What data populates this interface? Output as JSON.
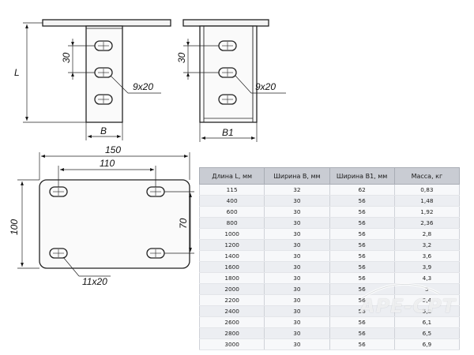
{
  "drawing": {
    "label_L": "L",
    "label_B": "B",
    "label_B1": "B1",
    "pitch_30_left": "30",
    "pitch_30_right": "30",
    "slot_left": "9x20",
    "slot_right": "9x20",
    "width_150": "150",
    "spacing_110": "110",
    "height_100": "100",
    "spacing_70": "70",
    "slot_base": "11x20"
  },
  "table": {
    "headers": [
      "Длина L, мм",
      "Ширина B, мм",
      "Ширина B1, мм",
      "Масса, кг"
    ],
    "rows": [
      [
        "115",
        "32",
        "62",
        "0,83"
      ],
      [
        "400",
        "30",
        "56",
        "1,48"
      ],
      [
        "600",
        "30",
        "56",
        "1,92"
      ],
      [
        "800",
        "30",
        "56",
        "2,36"
      ],
      [
        "1000",
        "30",
        "56",
        "2,8"
      ],
      [
        "1200",
        "30",
        "56",
        "3,2"
      ],
      [
        "1400",
        "30",
        "56",
        "3,6"
      ],
      [
        "1600",
        "30",
        "56",
        "3,9"
      ],
      [
        "1800",
        "30",
        "56",
        "4,3"
      ],
      [
        "2000",
        "30",
        "56",
        "5"
      ],
      [
        "2200",
        "30",
        "56",
        "5,4"
      ],
      [
        "2400",
        "30",
        "56",
        "5,8"
      ],
      [
        "2600",
        "30",
        "56",
        "6,1"
      ],
      [
        "2800",
        "30",
        "56",
        "6,5"
      ],
      [
        "3000",
        "30",
        "56",
        "6,9"
      ]
    ]
  },
  "watermark": "APE-CPT",
  "colors": {
    "outline": "#222222",
    "header_bg": "#c9ccd3",
    "stripe": "#eceef2"
  }
}
